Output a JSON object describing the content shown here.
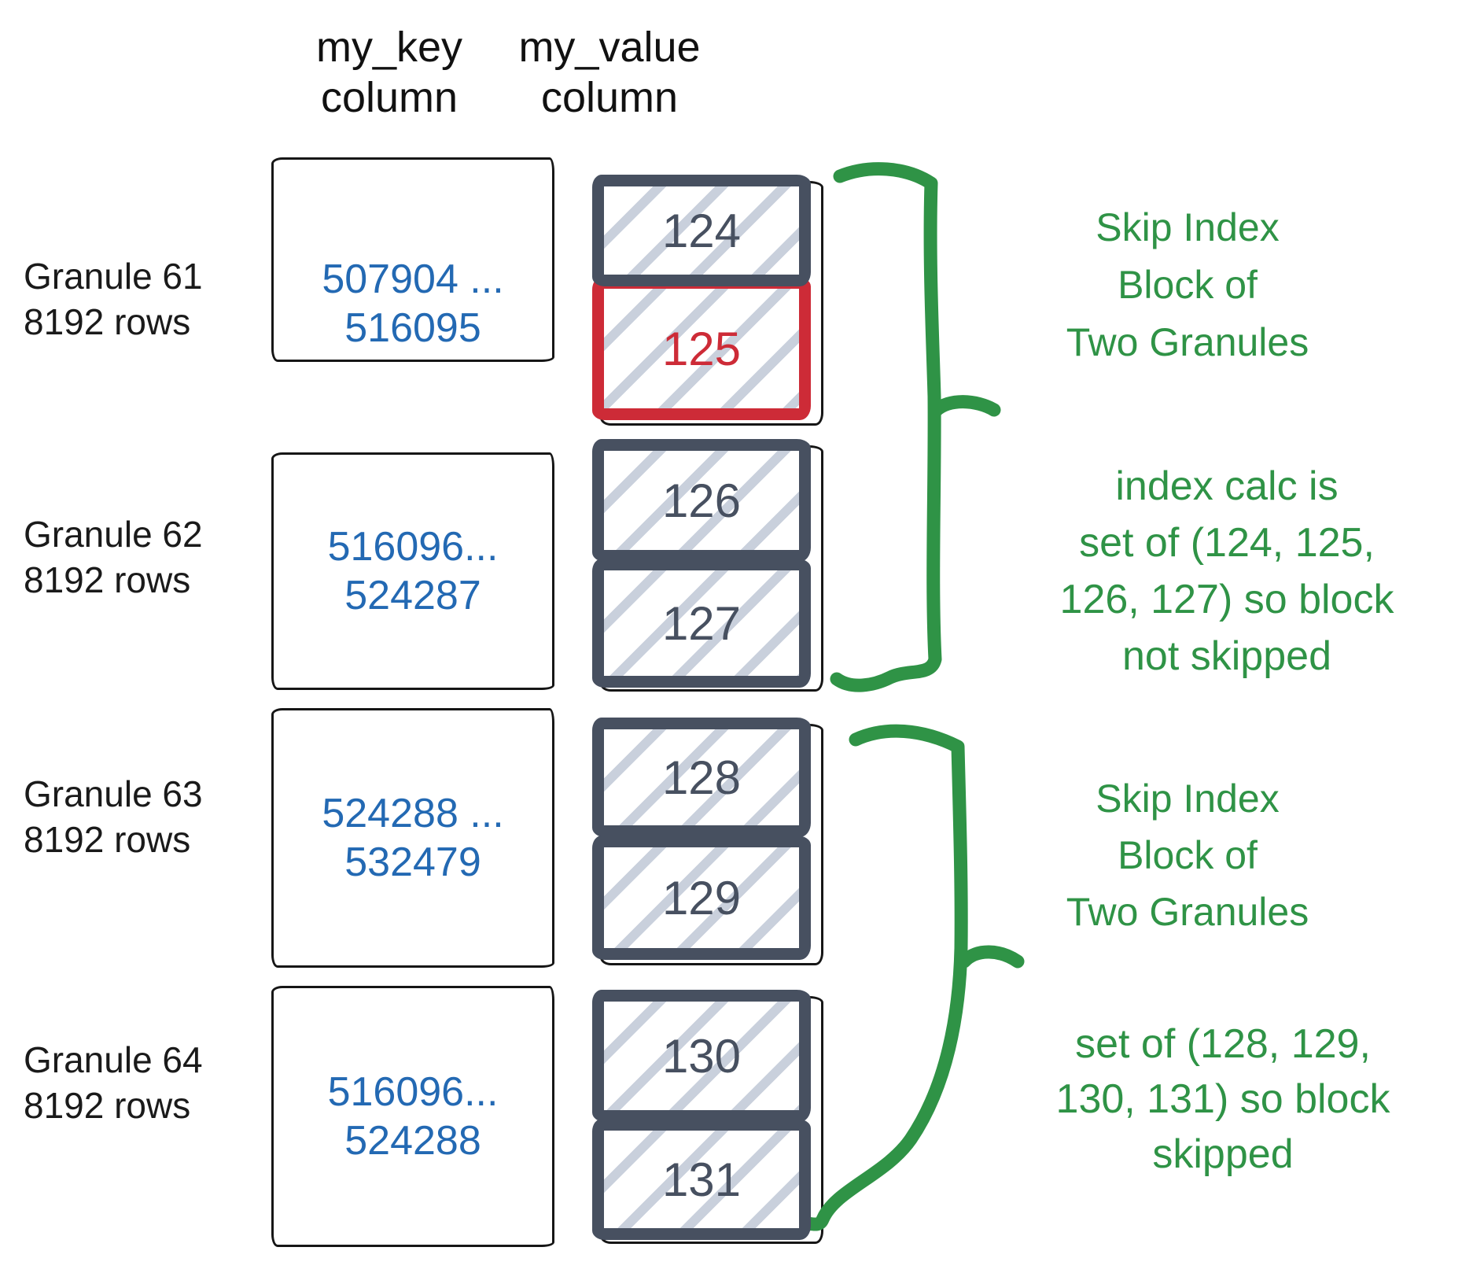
{
  "headers": {
    "key_column": "my_key\ncolumn",
    "value_column": "my_value\ncolumn"
  },
  "granules": [
    {
      "name": "Granule 61",
      "rows": "8192 rows",
      "key_range": "507904 ...\n516095",
      "blocks": [
        {
          "label": "124",
          "highlighted": false
        },
        {
          "label": "125",
          "highlighted": true
        }
      ]
    },
    {
      "name": "Granule 62",
      "rows": "8192 rows",
      "key_range": "516096...\n524287",
      "blocks": [
        {
          "label": "126",
          "highlighted": false
        },
        {
          "label": "127",
          "highlighted": false
        }
      ]
    },
    {
      "name": "Granule 63",
      "rows": "8192 rows",
      "key_range": "524288 ...\n532479",
      "blocks": [
        {
          "label": "128",
          "highlighted": false
        },
        {
          "label": "129",
          "highlighted": false
        }
      ]
    },
    {
      "name": "Granule 64",
      "rows": "8192 rows",
      "key_range": "516096...\n524288",
      "blocks": [
        {
          "label": "130",
          "highlighted": false
        },
        {
          "label": "131",
          "highlighted": false
        }
      ]
    }
  ],
  "annotations": [
    {
      "text": "Skip Index\nBlock of\nTwo Granules"
    },
    {
      "text": "index calc is\nset of (124, 125,\n126, 127) so block\nnot skipped"
    },
    {
      "text": "Skip Index\nBlock of\nTwo Granules"
    },
    {
      "text": "set of (128, 129,\n130, 131) so block\nskipped"
    }
  ],
  "colors": {
    "annotation_green": "#2f9346",
    "key_blue": "#2369b3",
    "highlight_red": "#cd2b37",
    "block_slate": "#475060",
    "hatch_gray": "#c9d0dc",
    "ink_black": "#161616"
  }
}
